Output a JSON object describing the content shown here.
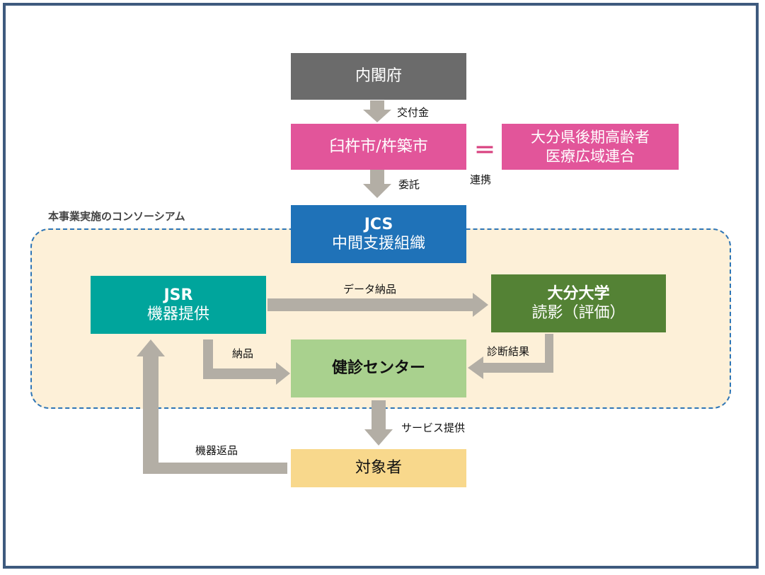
{
  "consortium_label": "本事業実施のコンソーシアム",
  "nodes": {
    "cabinet_office": {
      "label": "内閣府"
    },
    "usuki_city": {
      "label": "臼杵市/杵築市"
    },
    "oita_union": {
      "line1": "大分県後期高齢者",
      "line2": "医療広域連合"
    },
    "jcs": {
      "line1": "JCS",
      "line2": "中間支援組織"
    },
    "jsr": {
      "line1": "JSR",
      "line2": "機器提供"
    },
    "oita_univ": {
      "line1": "大分大学",
      "line2": "読影（評価）"
    },
    "health_center": {
      "label": "健診センター"
    },
    "target_person": {
      "label": "対象者"
    }
  },
  "equal_sign": "＝",
  "edges": {
    "grant": "交付金",
    "consign": "委託",
    "cooperation": "連携",
    "data_delivery": "データ納品",
    "delivery": "納品",
    "diagnosis_result": "診断結果",
    "service": "サービス提供",
    "return": "機器返品"
  },
  "colors": {
    "border": "#3e5a7e",
    "cabinet": "#6b6b6b",
    "city": "#e2559a",
    "jcs": "#1f72b8",
    "jsr": "#00a59c",
    "univ": "#548235",
    "center": "#a9d18e",
    "target": "#f8d88c",
    "consortium_fill": "#fdf0d8",
    "consortium_border": "#2e75b6",
    "arrow": "#b3aea5"
  }
}
